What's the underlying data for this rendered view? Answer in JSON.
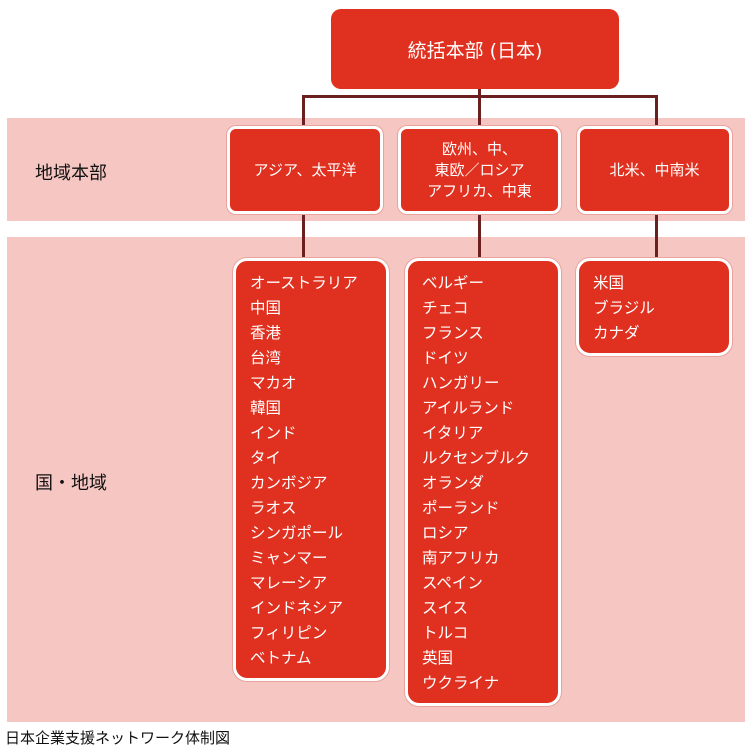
{
  "headquarters": {
    "label": "統括本部 (日本)"
  },
  "bands": {
    "regional": "地域本部",
    "country": "国・地域"
  },
  "regions": [
    {
      "label": "アジア、太平洋",
      "countries": [
        "オーストラリア",
        "中国",
        "香港",
        "台湾",
        "マカオ",
        "韓国",
        "インド",
        "タイ",
        "カンボジア",
        "ラオス",
        "シンガポール",
        "ミャンマー",
        "マレーシア",
        "インドネシア",
        "フィリピン",
        "ベトナム"
      ]
    },
    {
      "label_lines": [
        "欧州、中、",
        "東欧／ロシア",
        "アフリカ、中東"
      ],
      "countries": [
        "ベルギー",
        "チェコ",
        "フランス",
        "ドイツ",
        "ハンガリー",
        "アイルランド",
        "イタリア",
        "ルクセンブルク",
        "オランダ",
        "ポーランド",
        "ロシア",
        "南アフリカ",
        "スペイン",
        "スイス",
        "トルコ",
        "英国",
        "ウクライナ"
      ]
    },
    {
      "label": "北米、中南米",
      "countries": [
        "米国",
        "ブラジル",
        "カナダ"
      ]
    }
  ],
  "caption": "日本企業支援ネットワーク体制図",
  "colors": {
    "box": "#e03120",
    "band": "#f6c6c2",
    "connector": "#6b2020"
  }
}
